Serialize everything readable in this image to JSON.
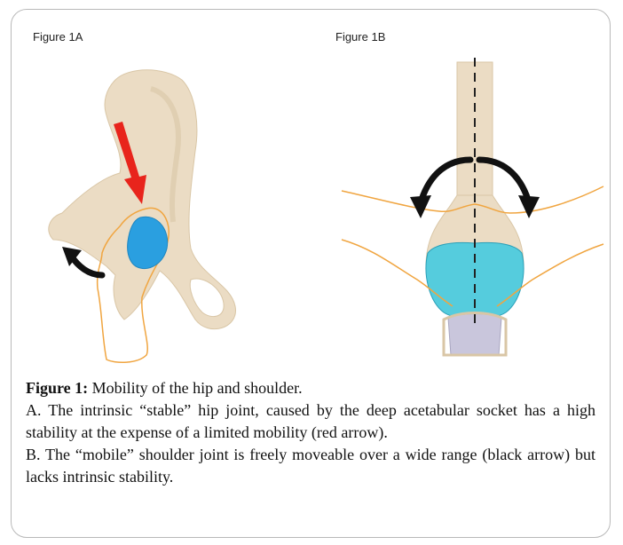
{
  "figure_a_label": "Figure 1A",
  "figure_b_label": "Figure 1B",
  "caption": {
    "title": "Figure 1:",
    "title_text": " Mobility of the hip and shoulder.",
    "line_a": "A. The intrinsic “stable” hip joint, caused by the deep acetabular socket has a high stability at the expense of a limited mobility (red arrow).",
    "line_b": "B. The “mobile” shoulder joint is freely moveable over a wide range (black arrow) but lacks intrinsic stability."
  },
  "colors": {
    "bone": "#ebdcc4",
    "bone_shadow": "#d9c6a6",
    "joint_blue": "#2a9fe0",
    "shoulder_cyan": "#55ccdd",
    "outline_orange": "#f0a540",
    "red_arrow": "#e8241c",
    "black_arrow": "#111111",
    "cartilage": "#c9c6dc"
  }
}
